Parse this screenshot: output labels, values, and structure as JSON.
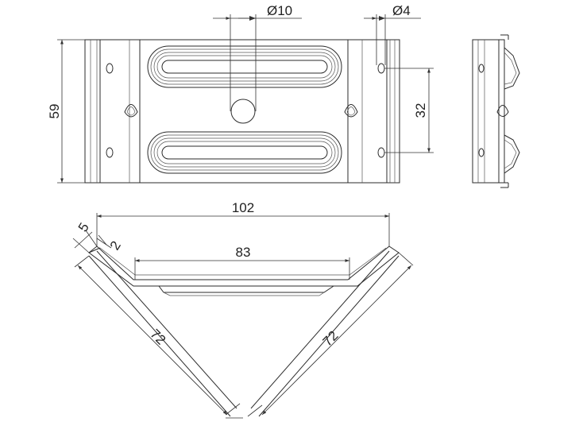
{
  "dimensions": {
    "hole_large": "Ø10",
    "hole_small": "Ø4",
    "height": "59",
    "hole_spacing": "32",
    "overall_width": "102",
    "inner_width": "83",
    "flange": "5",
    "thickness": "2",
    "leg_left": "72",
    "leg_right": "72"
  }
}
